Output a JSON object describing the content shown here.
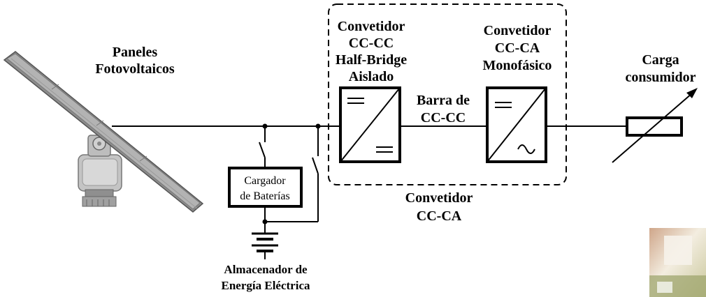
{
  "labels": {
    "paneles": [
      "Paneles",
      "Fotovoltaicos"
    ],
    "convertidor_cccc": [
      "Convetidor",
      "CC-CC",
      "Half-Bridge",
      "Aislado"
    ],
    "barra": [
      "Barra de",
      "CC-CC"
    ],
    "convertidor_ccca": [
      "Convetidor",
      "CC-CA",
      "Monofásico"
    ],
    "carga": [
      "Carga",
      "consumidor"
    ],
    "cargador": [
      "Cargador",
      "de Baterías"
    ],
    "convertidor_total": [
      "Convetidor",
      "CC-CA"
    ],
    "almacenador": [
      "Almacenador de",
      "Energía Eléctrica"
    ]
  },
  "icons": {
    "solar_panel": "solar-panel-icon",
    "dc_dc": "dc-dc-converter-icon",
    "dc_ac": "dc-ac-inverter-icon",
    "load": "variable-load-icon",
    "battery": "battery-icon",
    "switch": "switch-icon"
  },
  "colors": {
    "line": "#000000",
    "panel_frame": "#7a7a7a",
    "panel_face": "#a9a9a9"
  }
}
